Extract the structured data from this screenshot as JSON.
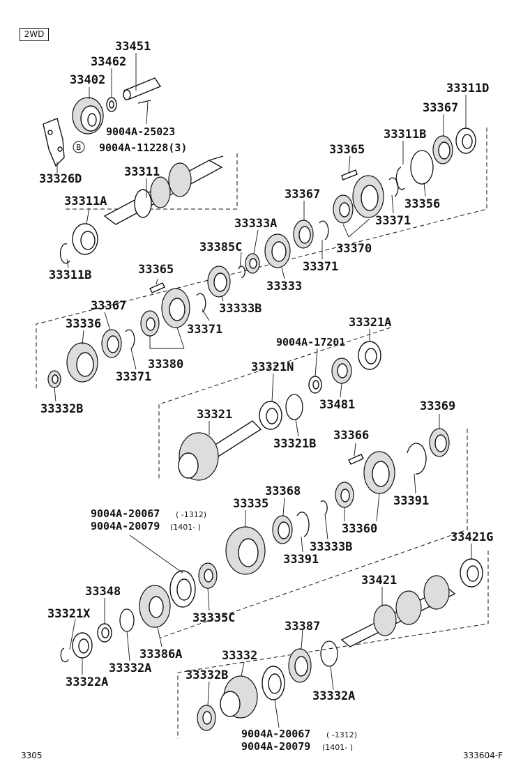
{
  "badge": "2WD",
  "footer": {
    "left": "3305",
    "right": "333604-F"
  },
  "labels": {
    "p33451": "33451",
    "p33462": "33462",
    "p33402": "33402",
    "p9004A25023": "9004A-25023",
    "p9004A11228": "9004A-11228(3)",
    "circleB": "B",
    "p33326D": "33326D",
    "p33311": "33311",
    "p33311A": "33311A",
    "p33311B_1": "33311B",
    "p33311D": "33311D",
    "p33367_1": "33367",
    "p33311B_2": "33311B",
    "p33365_1": "33365",
    "p33356": "33356",
    "p33367_2": "33367",
    "p33371_1": "33371",
    "p33333A": "33333A",
    "p33370": "33370",
    "p33385C": "33385C",
    "p33371_2": "33371",
    "p33333": "33333",
    "p33365_2": "33365",
    "p33333B_1": "33333B",
    "p33367_3": "33367",
    "p33336": "33336",
    "p33371_3": "33371",
    "p33380": "33380",
    "p33371_4": "33371",
    "p33332B_1": "33332B",
    "p33321A": "33321A",
    "p9004A17201": "9004A-17201",
    "p33321N": "33321N",
    "p33481": "33481",
    "p33321": "33321",
    "p33321B": "33321B",
    "p33369": "33369",
    "p33366": "33366",
    "p33391_1": "33391",
    "p33368": "33368",
    "p33360": "33360",
    "p9004A20067_1": "9004A-20067",
    "p9004A20079_1": "9004A-20079",
    "p33335": "33335",
    "p33391_2": "33391",
    "p33333B_2": "33333B",
    "p33421G": "33421G",
    "p33348": "33348",
    "p33335C": "33335C",
    "p33421": "33421",
    "p33321X": "33321X",
    "p33386A": "33386A",
    "p33332A_1": "33332A",
    "p33322A": "33322A",
    "p33387": "33387",
    "p33332": "33332",
    "p33332B_2": "33332B",
    "p33332A_2": "33332A",
    "p9004A20067_2": "9004A-20067",
    "p9004A20079_2": "9004A-20079"
  },
  "notes": {
    "n1": "(   -1312)",
    "n2": "(1401-   )",
    "n3": "(   -1312)",
    "n4": "(1401-   )"
  }
}
